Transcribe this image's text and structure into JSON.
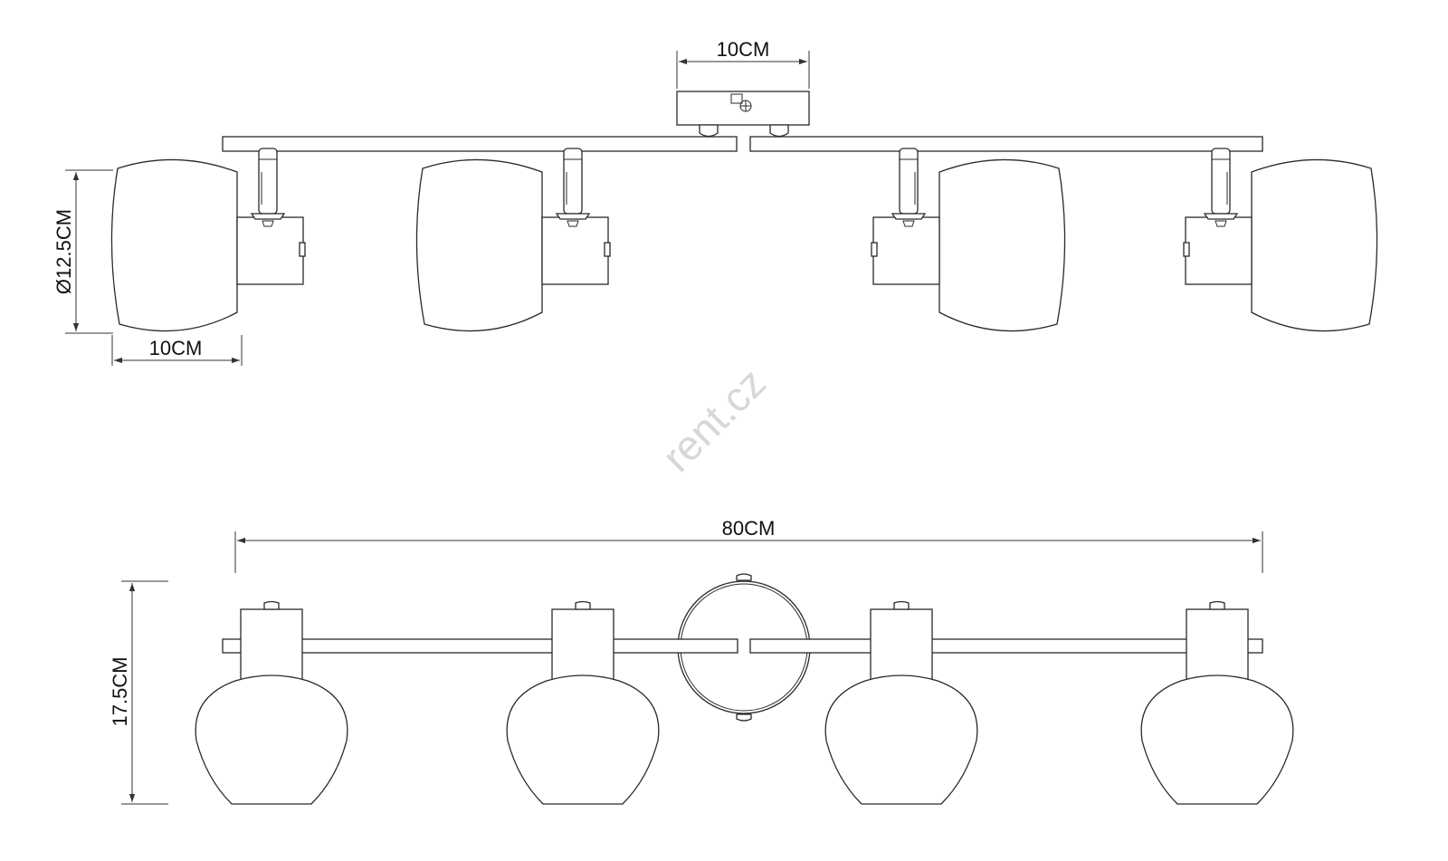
{
  "dimensions": {
    "canopy_width": "10CM",
    "shade_diameter": "Ø12.5CM",
    "shade_depth": "10CM",
    "total_length": "80CM",
    "total_height": "17.5CM"
  },
  "watermark": "rent.cz",
  "colors": {
    "line": "#2a2a2a",
    "watermark": "#d7d7d7",
    "background": "#ffffff"
  }
}
